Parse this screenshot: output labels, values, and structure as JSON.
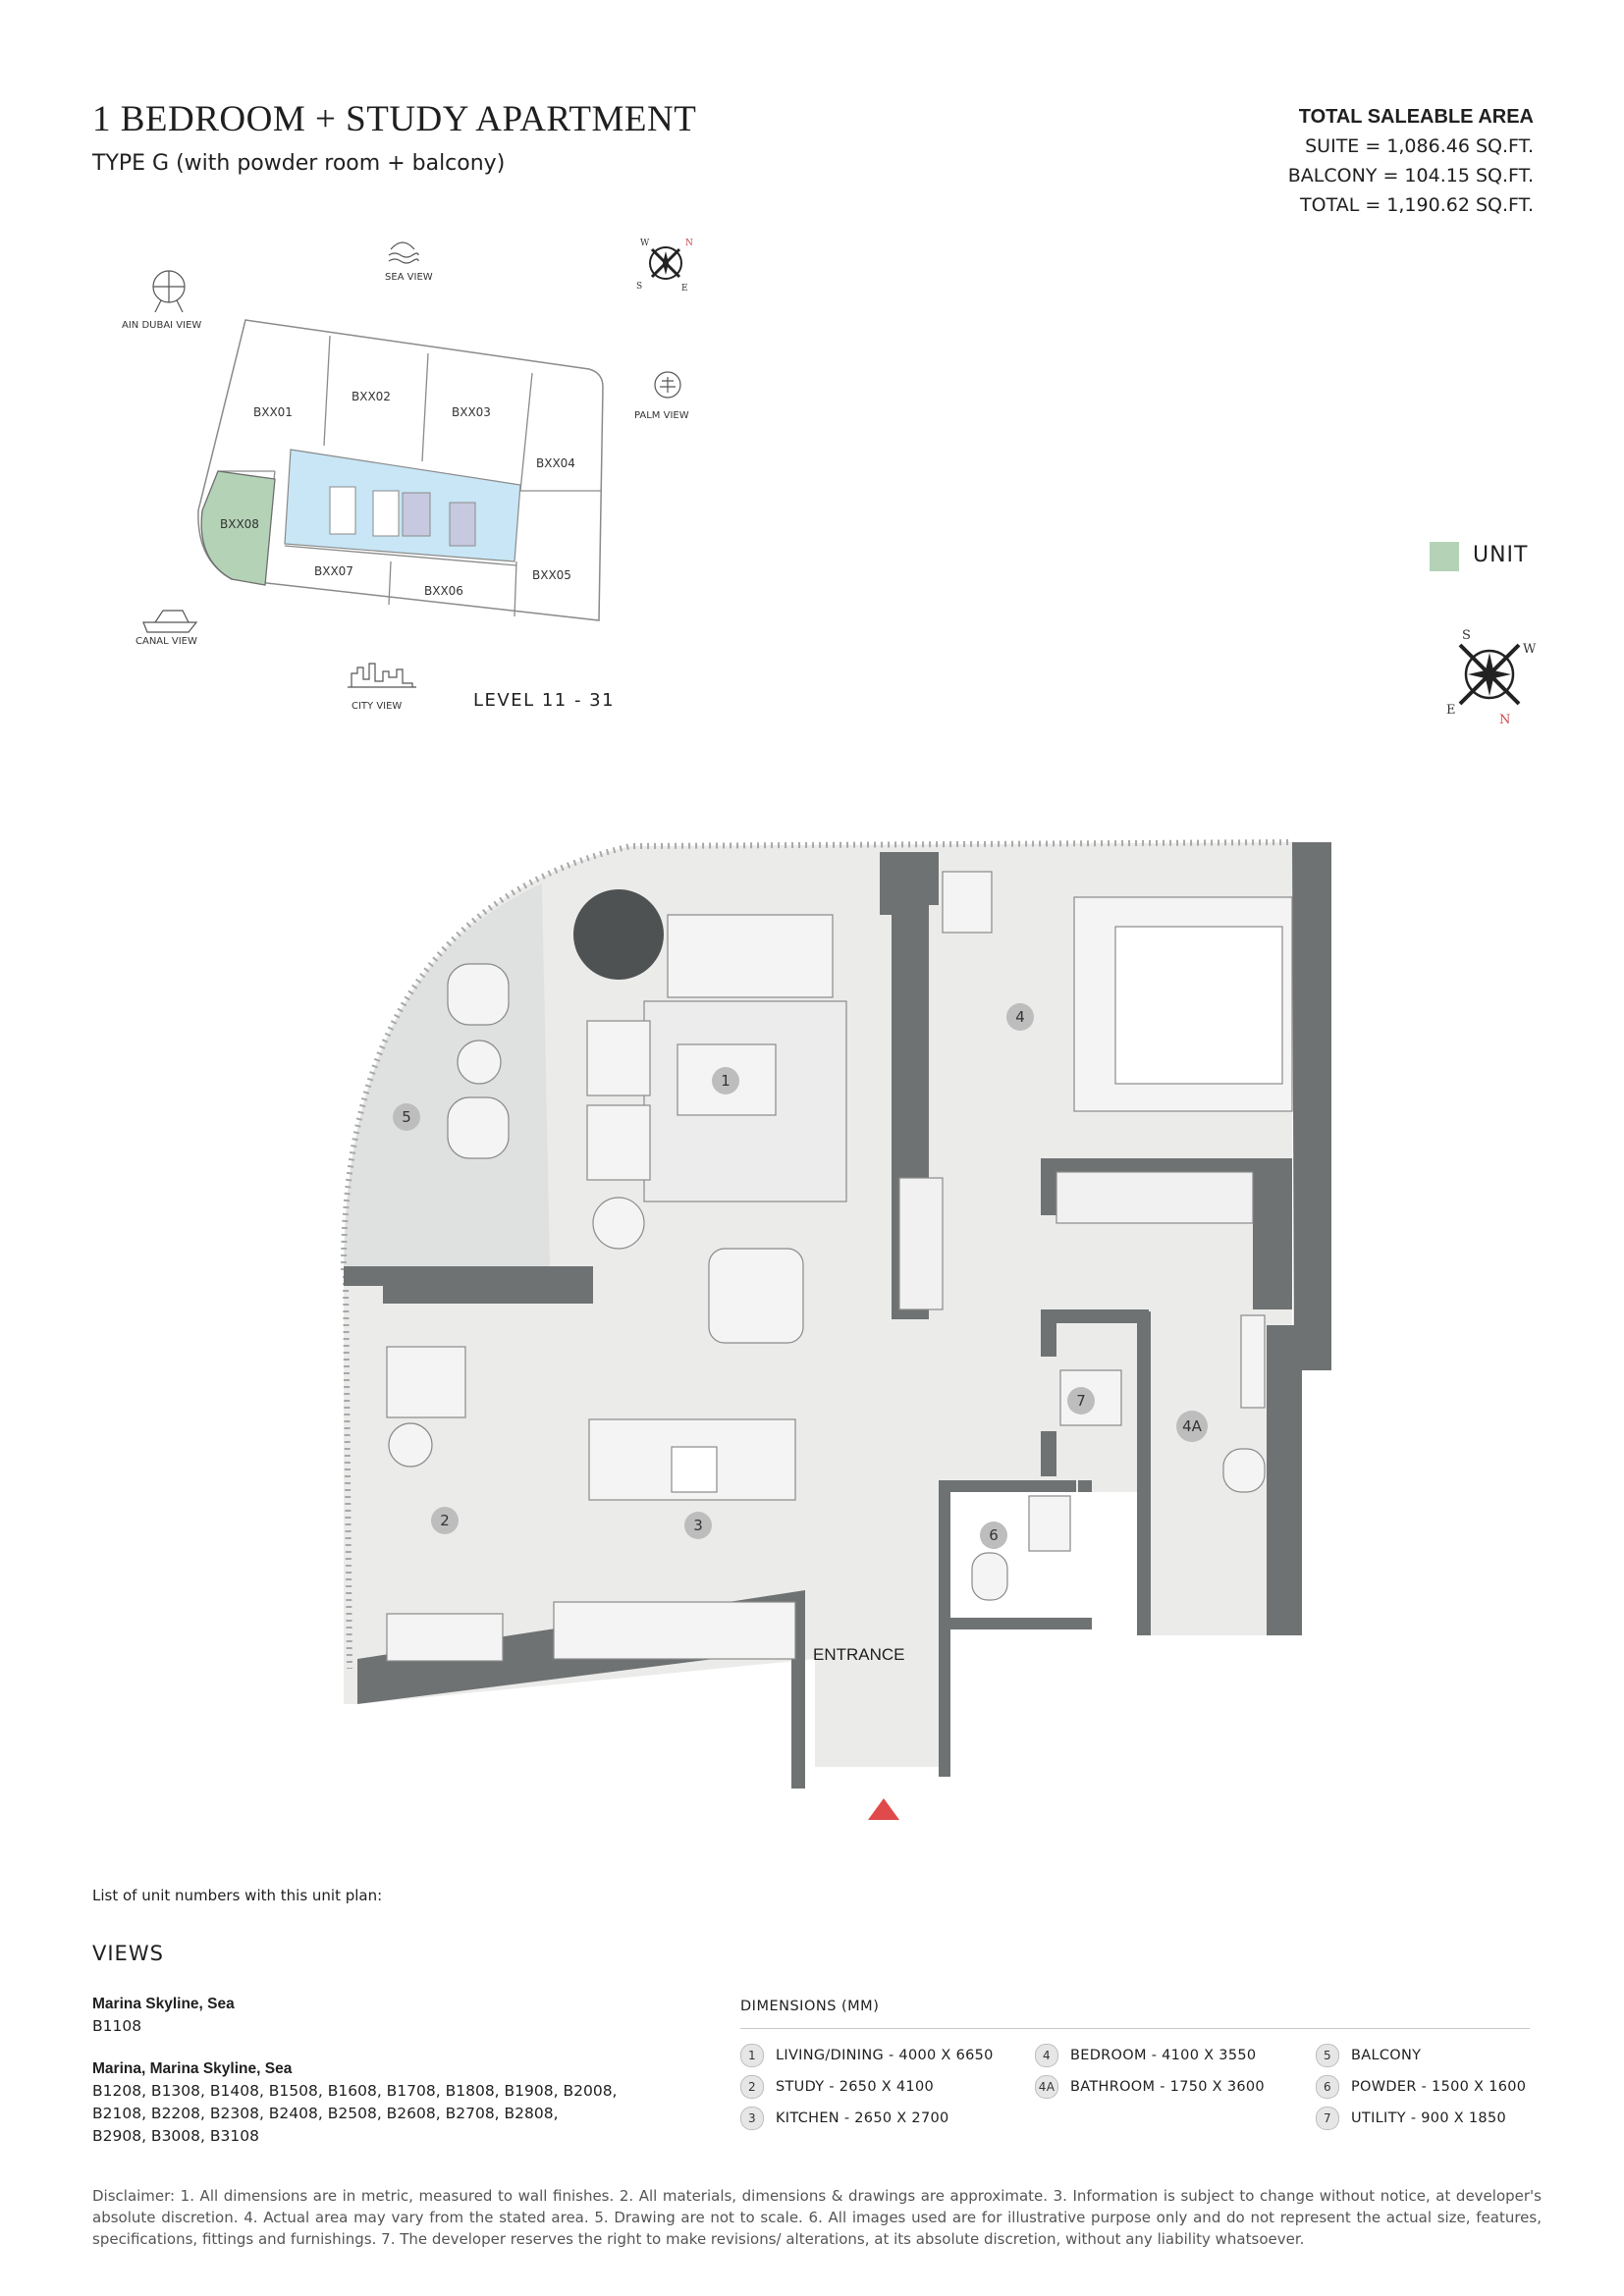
{
  "header": {
    "title": "1 BEDROOM + STUDY APARTMENT",
    "subtitle": "TYPE G (with powder room + balcony)"
  },
  "area": {
    "heading": "TOTAL SALEABLE AREA",
    "suite": "SUITE = 1,086.46 SQ.FT.",
    "balcony": "BALCONY = 104.15 SQ.FT.",
    "total": "TOTAL = 1,190.62 SQ.FT."
  },
  "keyplan": {
    "units": [
      "BXX01",
      "BXX02",
      "BXX03",
      "BXX04",
      "BXX05",
      "BXX06",
      "BXX07",
      "BXX08"
    ],
    "views": {
      "ain_dubai": "AIN DUBAI VIEW",
      "sea": "SEA VIEW",
      "palm": "PALM VIEW",
      "canal": "CANAL VIEW",
      "city": "CITY VIEW"
    },
    "level": "LEVEL  11 - 31",
    "compass_letters": [
      "W",
      "N",
      "E",
      "S"
    ]
  },
  "legend": {
    "unit_label": "UNIT",
    "unit_color": "#b3d2b6"
  },
  "plan": {
    "rooms": [
      "1",
      "2",
      "3",
      "4",
      "4A",
      "5",
      "6",
      "7"
    ],
    "entrance_label": "ENTRANCE",
    "wall_color": "#6f7273",
    "floor_color": "#ebebea",
    "entrance_marker_color": "#e04a4a"
  },
  "units_list": {
    "heading": "List of unit numbers with this unit plan:",
    "views_heading": "VIEWS",
    "groups": [
      {
        "name": "Marina Skyline, Sea",
        "units": "B1108"
      },
      {
        "name": "Marina, Marina Skyline, Sea",
        "line1": "B1208, B1308, B1408, B1508, B1608, B1708, B1808, B1908, B2008,",
        "line2": "B2108, B2208, B2308, B2408, B2508, B2608, B2708, B2808,",
        "line3": "B2908, B3008, B3108"
      }
    ]
  },
  "dimensions": {
    "heading": "DIMENSIONS (MM)",
    "items": [
      {
        "num": "1",
        "text": "LIVING/DINING - 4000 X 6650"
      },
      {
        "num": "2",
        "text": "STUDY - 2650 X 4100"
      },
      {
        "num": "3",
        "text": "KITCHEN - 2650 X 2700"
      },
      {
        "num": "4",
        "text": "BEDROOM - 4100 X 3550"
      },
      {
        "num": "4A",
        "text": "BATHROOM - 1750 X 3600"
      },
      {
        "num": "5",
        "text": "BALCONY"
      },
      {
        "num": "6",
        "text": "POWDER - 1500 X 1600"
      },
      {
        "num": "7",
        "text": "UTILITY - 900 X 1850"
      }
    ]
  },
  "disclaimer": "Disclaimer: 1. All dimensions are in metric, measured to wall finishes. 2. All materials, dimensions & drawings are approximate. 3. Information is subject to change without notice, at developer's absolute discretion. 4. Actual area may vary from the stated area. 5. Drawing are not to scale. 6. All images used are for illustrative purpose only and do not represent the actual size, features, specifications, fittings and furnishings. 7. The developer reserves the right to make revisions/ alterations, at its absolute discretion, without any liability whatsoever."
}
